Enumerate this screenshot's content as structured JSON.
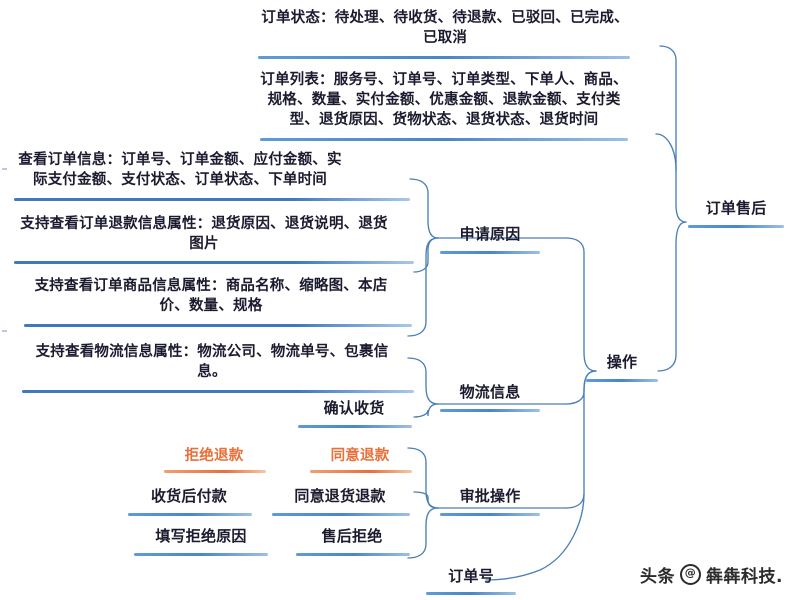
{
  "diagram": {
    "title": "订单售后 思维导图",
    "root": {
      "label": "订单售后"
    },
    "colors": {
      "line_blue": "#4a86c8",
      "line_blue_dark": "#3f78bd",
      "accent_orange": "#e8703a",
      "text": "#1b1b2f",
      "background": "#ffffff"
    },
    "branches": [
      {
        "id": "order-status",
        "label": "订单状态：待处理、待收货、待退款、已驳回、已完成、已取消"
      },
      {
        "id": "order-list",
        "label": "订单列表：服务号、订单号、订单类型、下单人、商品、规格、数量、实付金额、优惠金额、退款金额、支付类型、退货原因、货物状态、退货状态、退货时间"
      },
      {
        "id": "view-order-info",
        "label": "查看订单信息：订单号、订单金额、应付金额、实际支付金额、支付状态、订单状态、下单时间"
      },
      {
        "id": "refund-info",
        "label": "支持查看订单退款信息属性：退货原因、退货说明、退货图片"
      },
      {
        "id": "goods-info",
        "label": "支持查看订单商品信息属性：商品名称、缩略图、本店价、数量、规格"
      },
      {
        "id": "logistics-info",
        "label": "支持查看物流信息属性：物流公司、物流单号、包裹信息。"
      }
    ],
    "hubs": [
      {
        "id": "apply-reason",
        "label": "申请原因"
      },
      {
        "id": "logistics",
        "label": "物流信息"
      },
      {
        "id": "operation",
        "label": "操作"
      },
      {
        "id": "approval",
        "label": "审批操作"
      }
    ],
    "nodes": [
      {
        "id": "confirm-receipt",
        "label": "确认收货"
      },
      {
        "id": "refuse-refund",
        "label": "拒绝退款",
        "accent": "orange"
      },
      {
        "id": "agree-refund",
        "label": "同意退款",
        "accent": "orange"
      },
      {
        "id": "pay-after-receipt",
        "label": "收货后付款"
      },
      {
        "id": "agree-return-refund",
        "label": "同意退货退款"
      },
      {
        "id": "fill-refuse-reason",
        "label": "填写拒绝原因"
      },
      {
        "id": "aftersale-refuse",
        "label": "售后拒绝"
      },
      {
        "id": "order-number",
        "label": "订单号"
      }
    ]
  },
  "watermark": {
    "prefix": "头条",
    "at": "@",
    "name": "犇犇科技."
  }
}
